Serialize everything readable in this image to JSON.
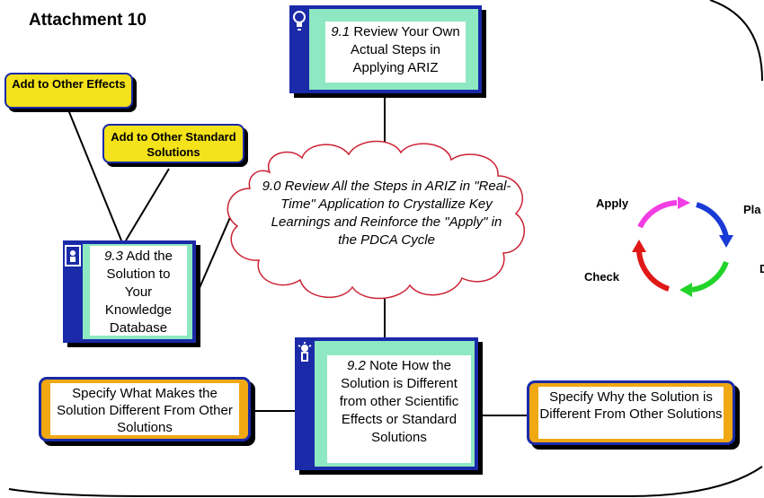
{
  "title": "Attachment 10",
  "center_cloud": {
    "text": "9.0  Review All the Steps in ARIZ in \"Real-Time\" Application to Crystallize Key Learnings and Reinforce the \"Apply\" in the PDCA Cycle"
  },
  "steps": {
    "s91": {
      "number": "9.1",
      "text": "Review Your Own Actual Steps in Applying ARIZ"
    },
    "s92": {
      "number": "9.2",
      "text": "Note How the Solution is Different from other Scientific Effects or Standard Solutions"
    },
    "s93": {
      "number": "9.3",
      "text": "Add the Solution to Your Knowledge Database"
    }
  },
  "notes": {
    "add_effects": "Add to Other Effects",
    "add_standard": "Add to Other Standard Solutions",
    "specify_what": "Specify What Makes the Solution Different From Other Solutions",
    "specify_why": "Specify Why the Solution is Different From Other Solutions"
  },
  "pdca": {
    "apply": "Apply",
    "plan": "Pla",
    "do": "D",
    "check": "Check",
    "colors": {
      "plan": "#1a3ad6",
      "do": "#22d42a",
      "check": "#e01818",
      "apply": "#f23ce4"
    }
  },
  "colors": {
    "frame_blue": "#1a2aa8",
    "frame_green": "#8ee9c2",
    "note_yellow": "#f4e21a",
    "note_orange": "#f0a813",
    "cloud_line": "#cc2233"
  },
  "icons": [
    "lightbulb-icon",
    "person-icon",
    "desk-lamp-icon"
  ]
}
